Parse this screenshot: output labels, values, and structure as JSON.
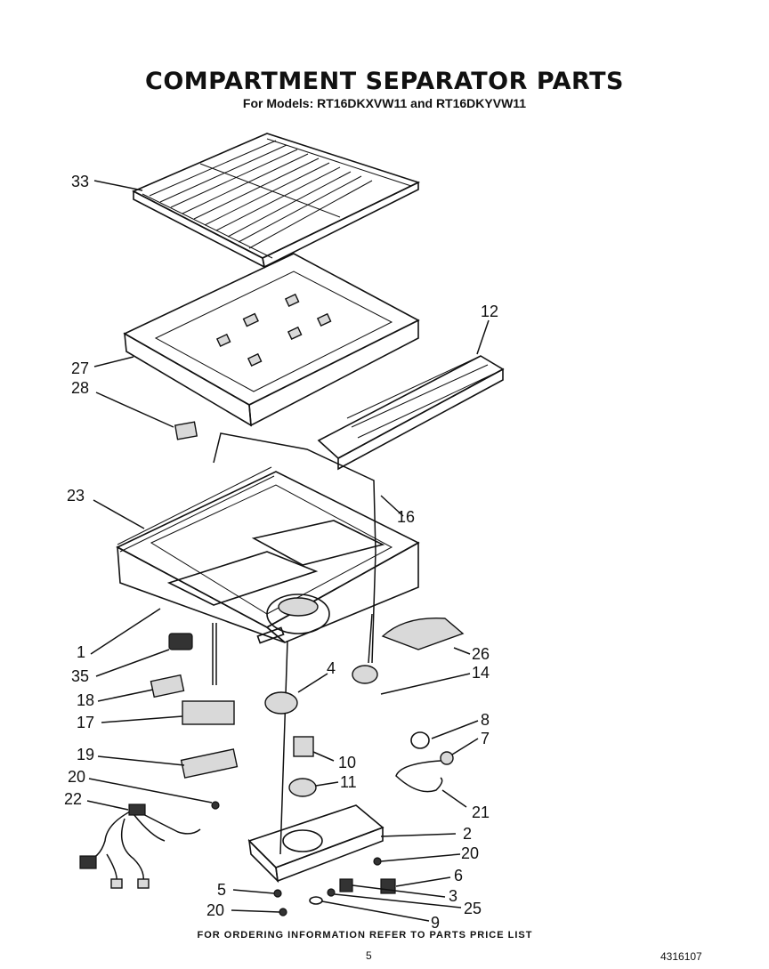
{
  "header": {
    "title": "COMPARTMENT SEPARATOR PARTS",
    "subtitle": "For Models: RT16DKXVW11 and RT16DKYVW11"
  },
  "footer": {
    "note": "FOR ORDERING INFORMATION REFER TO PARTS PRICE LIST",
    "page_number": "5",
    "document_number": "4316107"
  },
  "callouts": [
    {
      "id": "33",
      "label": "33"
    },
    {
      "id": "12",
      "label": "12"
    },
    {
      "id": "27",
      "label": "27"
    },
    {
      "id": "28",
      "label": "28"
    },
    {
      "id": "23",
      "label": "23"
    },
    {
      "id": "16",
      "label": "16"
    },
    {
      "id": "1",
      "label": "1"
    },
    {
      "id": "26",
      "label": "26"
    },
    {
      "id": "35",
      "label": "35"
    },
    {
      "id": "4",
      "label": "4"
    },
    {
      "id": "14",
      "label": "14"
    },
    {
      "id": "18",
      "label": "18"
    },
    {
      "id": "17",
      "label": "17"
    },
    {
      "id": "8",
      "label": "8"
    },
    {
      "id": "7",
      "label": "7"
    },
    {
      "id": "10",
      "label": "10"
    },
    {
      "id": "19",
      "label": "19"
    },
    {
      "id": "11",
      "label": "11"
    },
    {
      "id": "20a",
      "label": "20"
    },
    {
      "id": "21",
      "label": "21"
    },
    {
      "id": "22",
      "label": "22"
    },
    {
      "id": "2",
      "label": "2"
    },
    {
      "id": "20b",
      "label": "20"
    },
    {
      "id": "6",
      "label": "6"
    },
    {
      "id": "5",
      "label": "5"
    },
    {
      "id": "3",
      "label": "3"
    },
    {
      "id": "25",
      "label": "25"
    },
    {
      "id": "20c",
      "label": "20"
    },
    {
      "id": "9",
      "label": "9"
    }
  ]
}
